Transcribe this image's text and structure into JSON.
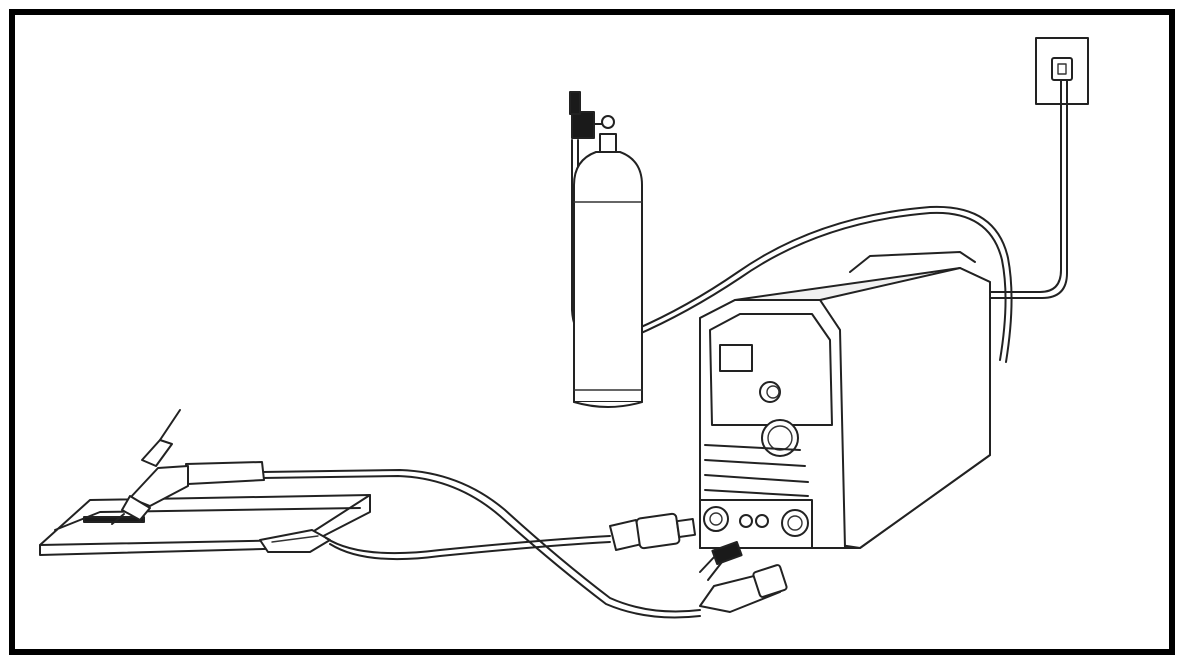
{
  "diagram": {
    "components": [
      {
        "name": "wall-socket",
        "icon": "power-outlet-icon"
      },
      {
        "name": "gas-cylinder",
        "icon": "gas-cylinder-icon"
      },
      {
        "name": "welding-machine",
        "icon": "tig-welder-icon"
      },
      {
        "name": "tig-torch",
        "icon": "tig-torch-icon"
      },
      {
        "name": "workpiece",
        "icon": "metal-plate-icon"
      },
      {
        "name": "earth-clamp",
        "icon": "ground-clamp-icon"
      }
    ],
    "colors": {
      "line": "#222222",
      "background": "#ffffff",
      "border": "#000000"
    }
  }
}
